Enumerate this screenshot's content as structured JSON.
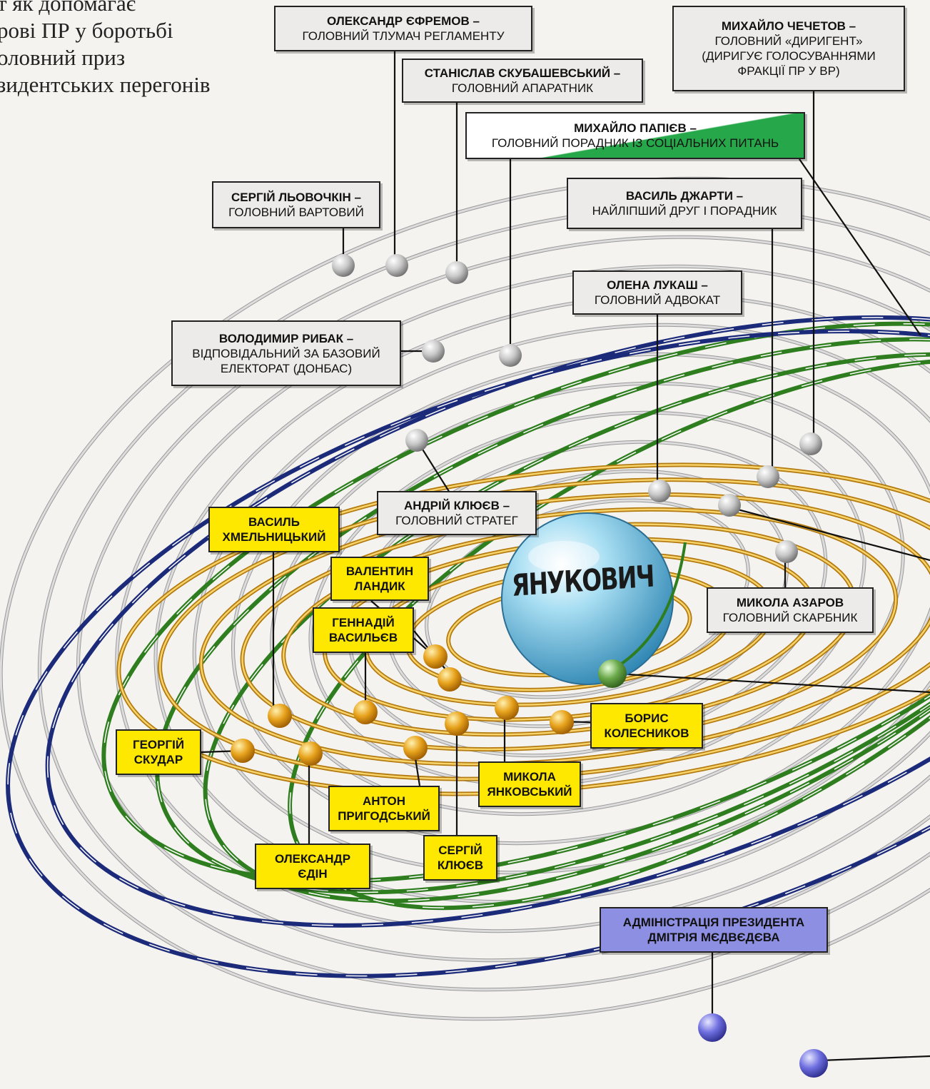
{
  "intro_lines": [
    "т як допомагає",
    "рові ПР у боротьбі",
    "оловний приз",
    "зидентських перегонів"
  ],
  "center": {
    "name": "ЯНУКОВИЧ"
  },
  "colors": {
    "inner_orbit": "#e0a020",
    "outer_orbit": "#dcdcdc",
    "green_orbit": "#2e7d1e",
    "blue_orbit": "#1c2a7a",
    "label_yellow": "#ffe800",
    "label_violet": "#8d8fe3",
    "label_green": "#26a84a"
  },
  "outer_circle": [
    {
      "name": "ОЛЕКСАНДР ЄФРЕМОВ –",
      "role": [
        "ГОЛОВНИЙ ТЛУМАЧ РЕГЛАМЕНТУ"
      ]
    },
    {
      "name": "СТАНІСЛАВ СКУБАШЕВСЬКИЙ –",
      "role": [
        "ГОЛОВНИЙ АПАРАТНИК"
      ]
    },
    {
      "name": "МИХАЙЛО ЧЕЧЕТОВ –",
      "role": [
        "ГОЛОВНИЙ «ДИРИГЕНТ»",
        "(ДИРИГУЄ ГОЛОСУВАННЯМИ",
        "ФРАКЦІЇ ПР У ВР)"
      ]
    },
    {
      "name": "МИХАЙЛО ПАПІЄВ –",
      "role": [
        "ГОЛОВНИЙ ПОРАДНИК ІЗ СОЦІАЛЬНИХ ПИТАНЬ"
      ]
    },
    {
      "name": "СЕРГІЙ ЛЬОВОЧКІН –",
      "role": [
        "ГОЛОВНИЙ ВАРТОВИЙ"
      ]
    },
    {
      "name": "ВАСИЛЬ ДЖАРТИ –",
      "role": [
        "НАЙЛІПШИЙ ДРУГ І ПОРАДНИК"
      ]
    },
    {
      "name": "ОЛЕНА ЛУКАШ –",
      "role": [
        "ГОЛОВНИЙ АДВОКАТ"
      ]
    },
    {
      "name": "ВОЛОДИМИР РИБАК –",
      "role": [
        "ВІДПОВІДАЛЬНИЙ ЗА БАЗОВИЙ",
        "ЕЛЕКТОРАТ (ДОНБАС)"
      ]
    },
    {
      "name": "АНДРІЙ КЛЮЄВ –",
      "role": [
        "ГОЛОВНИЙ СТРАТЕГ"
      ]
    },
    {
      "name": "МИКОЛА АЗАРОВ",
      "role": [
        "ГОЛОВНИЙ СКАРБНИК"
      ]
    }
  ],
  "inner_circle": [
    {
      "lines": [
        "ВАСИЛЬ",
        "ХМЕЛЬНИЦЬКИЙ"
      ]
    },
    {
      "lines": [
        "ВАЛЕНТИН",
        "ЛАНДИК"
      ]
    },
    {
      "lines": [
        "ГЕННАДІЙ",
        "ВАСИЛЬЄВ"
      ]
    },
    {
      "lines": [
        "БОРИС",
        "КОЛЕСНИКОВ"
      ]
    },
    {
      "lines": [
        "ГЕОРГІЙ",
        "СКУДАР"
      ]
    },
    {
      "lines": [
        "МИКОЛА",
        "ЯНКОВСЬКИЙ"
      ]
    },
    {
      "lines": [
        "АНТОН",
        "ПРИГОДСЬКИЙ"
      ]
    },
    {
      "lines": [
        "СЕРГІЙ",
        "КЛЮЄВ"
      ]
    },
    {
      "lines": [
        "ОЛЕКСАНДР",
        "ЄДІН"
      ]
    }
  ],
  "external": {
    "lines": [
      "АДМІНІСТРАЦІЯ ПРЕЗИДЕНТА",
      "ДМІТРІЯ МЄДВЄДЄВА"
    ]
  }
}
